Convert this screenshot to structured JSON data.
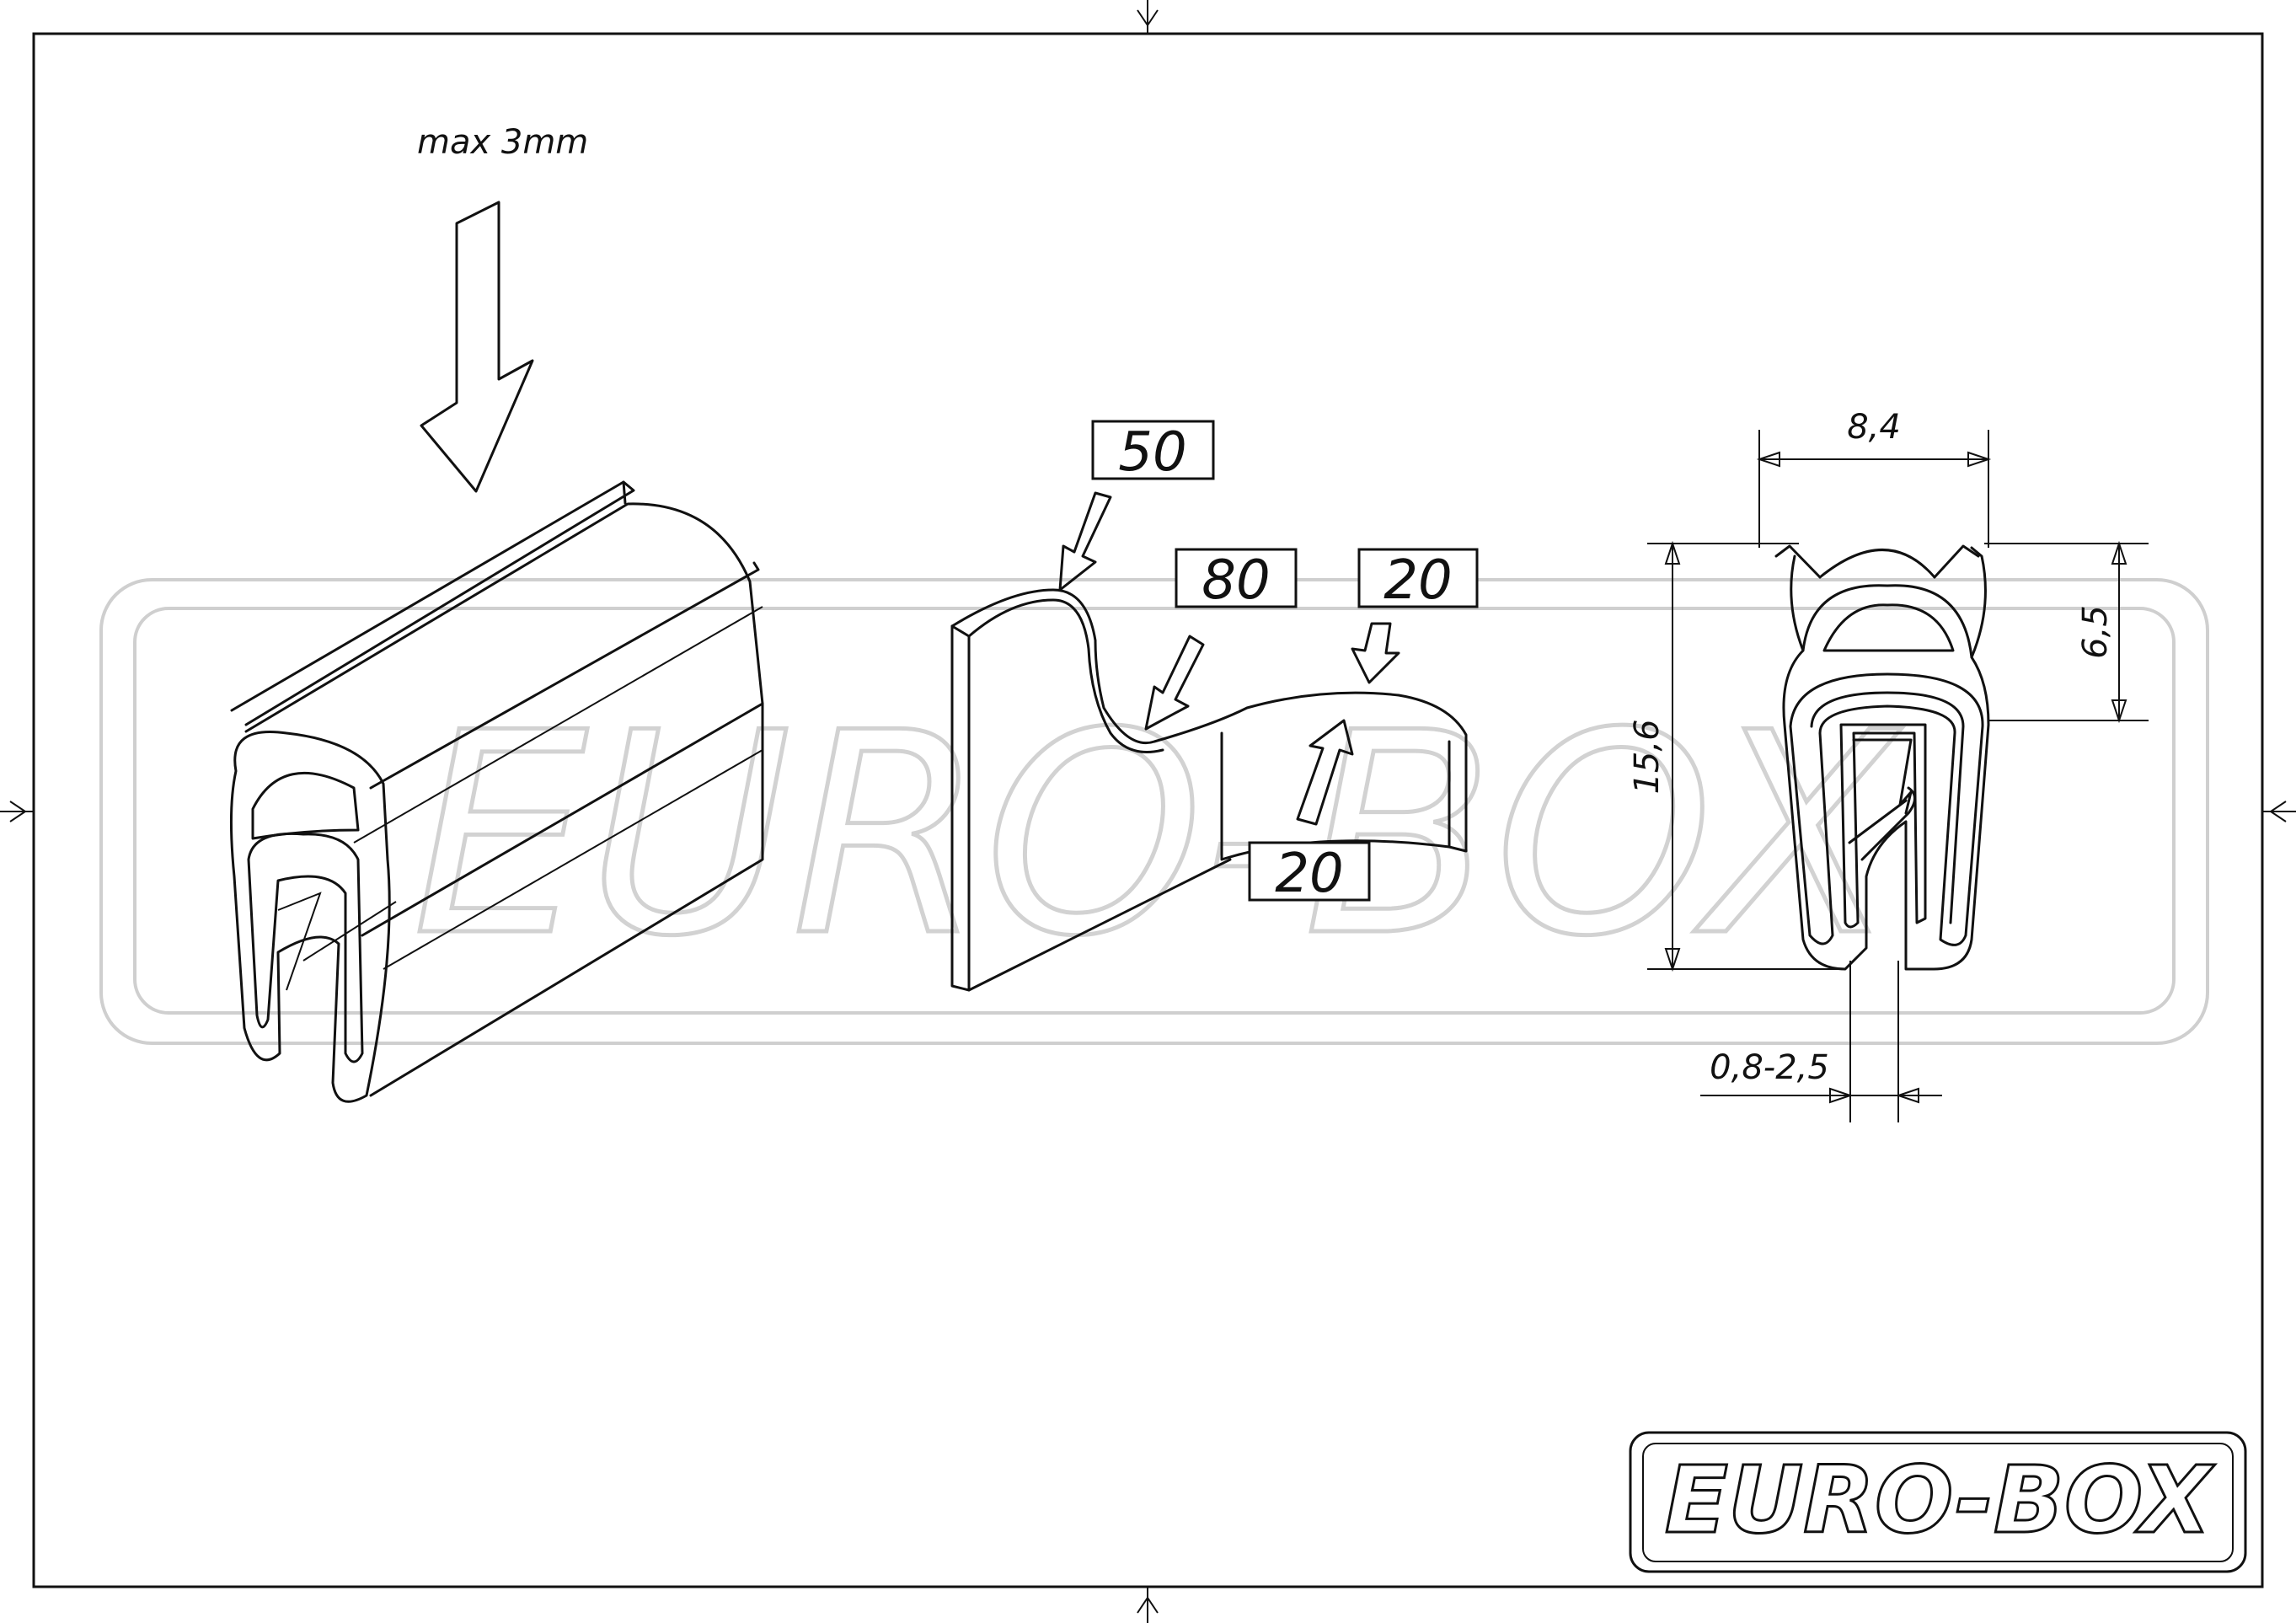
{
  "watermark": {
    "text": "EURO-BOX"
  },
  "logo": {
    "text": "EURO-BOX"
  },
  "iso_view": {
    "arrow_label": "max 3mm"
  },
  "flex_view": {
    "labels": [
      "50",
      "80",
      "20",
      "20"
    ]
  },
  "section_view": {
    "width": "8,4",
    "height": "15,6",
    "bulb_height": "6,5",
    "grip_range": "0,8-2,5"
  }
}
